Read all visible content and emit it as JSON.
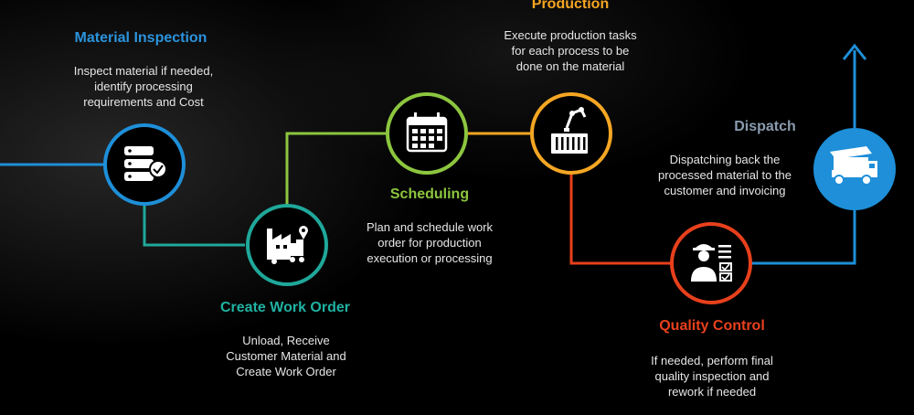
{
  "steps": {
    "material_inspection": {
      "title": "Material Inspection",
      "color": "#1e8fd8",
      "desc": [
        "Inspect material if needed,",
        "identify processing",
        "requirements and Cost"
      ],
      "icon": "server-check-icon"
    },
    "create_work_order": {
      "title": "Create Work Order",
      "color": "#1fa89a",
      "desc": [
        "Unload, Receive",
        "Customer Material and",
        "Create Work Order"
      ],
      "icon": "factory-truck-icon"
    },
    "scheduling": {
      "title": "Scheduling",
      "color": "#8cc63f",
      "desc": [
        "Plan and schedule work",
        "order for production",
        "execution or processing"
      ],
      "icon": "calendar-icon"
    },
    "production": {
      "title": "Production",
      "color": "#f5a623",
      "desc": [
        "Execute production tasks",
        "for each process to be",
        "done on the material"
      ],
      "icon": "robot-arm-container-icon"
    },
    "quality_control": {
      "title": "Quality Control",
      "color": "#e8401c",
      "desc": [
        "If needed, perform final",
        "quality inspection and",
        "rework if needed"
      ],
      "icon": "inspector-checklist-icon"
    },
    "dispatch": {
      "title": "Dispatch",
      "color": "#8a9bb0",
      "desc": [
        "Dispatching back the",
        "processed material to the",
        "customer and invoicing"
      ],
      "icon": "dump-truck-icon"
    }
  }
}
